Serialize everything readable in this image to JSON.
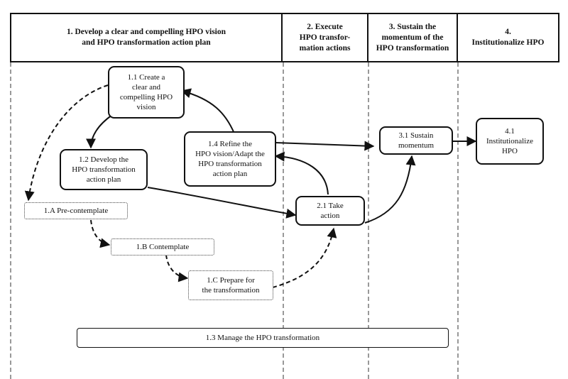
{
  "phases": [
    {
      "id": "phase-1",
      "label": "1.   Develop a clear and compelling HPO vision\nand HPO transformation action plan"
    },
    {
      "id": "phase-2",
      "label": "2. Execute\nHPO transfor-\nmation actions"
    },
    {
      "id": "phase-3",
      "label": "3. Sustain the\nmomentum of the\nHPO transformation"
    },
    {
      "id": "phase-4",
      "label": "4.\nInstitutionalize HPO"
    }
  ],
  "steps": {
    "s11": "1.1 Create a\nclear and\ncompelling HPO\nvision",
    "s12": "1.2 Develop the\nHPO transformation\naction plan",
    "s14": "1.4 Refine the\nHPO vision/Adapt the\nHPO transformation\naction plan",
    "s21": "2.1 Take\naction",
    "s31": "3.1 Sustain\nmomentum",
    "s41": "4.1\nInstitutionalize\nHPO",
    "s1a": "1.A Pre-contemplate",
    "s1b": "1.B Contemplate",
    "s1c": "1.C Prepare for\nthe transformation",
    "s13": "1.3 Manage the HPO transformation"
  }
}
